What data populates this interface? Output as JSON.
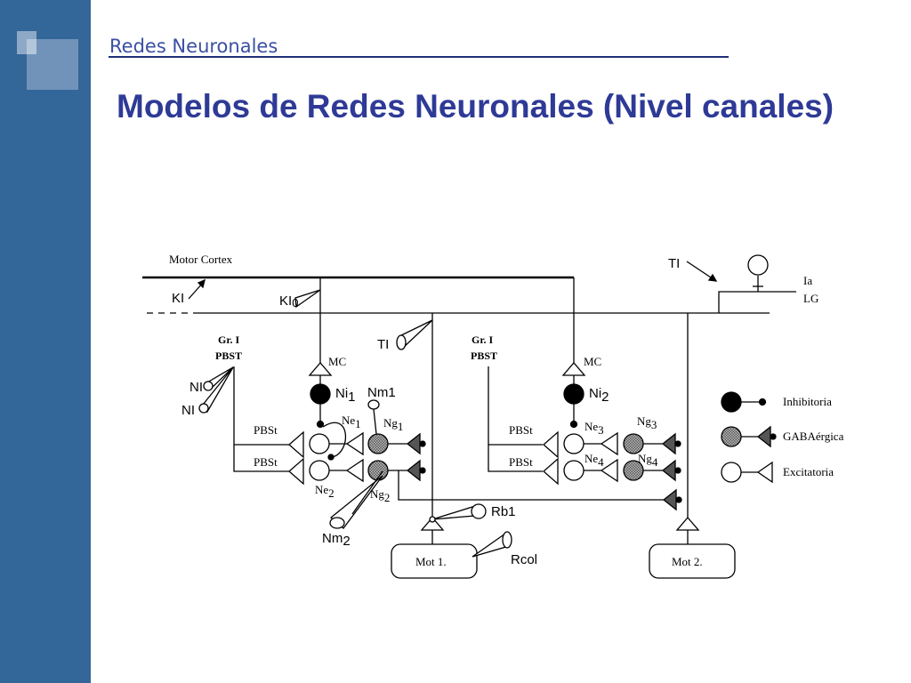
{
  "slide": {
    "section_title": "Redes Neuronales",
    "title": "Modelos de Redes Neuronales (Nivel canales)"
  },
  "diagram": {
    "labels": {
      "motor_cortex": "Motor Cortex",
      "ki": "KI",
      "ki0": "KI",
      "ki0_sub": "0",
      "ti_left": "TI",
      "ti_right": "TI",
      "ia": "Ia",
      "lg": "LG",
      "gr1_left": "Gr. I",
      "pbst_left": "PBST",
      "gr1_right": "Gr. I",
      "pbst_right": "PBST",
      "mc_left": "MC",
      "mc_right": "MC",
      "ni_top": "NI",
      "ni_bottom": "NI",
      "pbst_box1": "PBSt",
      "pbst_box2": "PBSt",
      "pbst_box3": "PBSt",
      "pbst_box4": "PBSt",
      "ni1": "Ni",
      "ni1_sub": "1",
      "ni2": "Ni",
      "ni2_sub": "2",
      "nm1": "Nm1",
      "nm2": "Nm",
      "nm2_sub": "2",
      "ne1": "Ne",
      "ne1_sub": "1",
      "ne2": "Ne",
      "ne2_sub": "2",
      "ne3": "Ne",
      "ne3_sub": "3",
      "ne4": "Ne",
      "ne4_sub": "4",
      "ng1": "Ng",
      "ng1_sub": "1",
      "ng2": "Ng",
      "ng2_sub": "2",
      "ng3": "Ng",
      "ng3_sub": "3",
      "ng4": "Ng",
      "ng4_sub": "4",
      "rb1": "Rb1",
      "rcol": "Rcol",
      "mot1": "Mot 1.",
      "mot2": "Mot 2."
    },
    "legend": {
      "inhibitory": "Inhibitoria",
      "gabaergic": "GABAérgica",
      "excitatory": "Excitatoria"
    }
  },
  "colors": {
    "sidebar": "#336699",
    "title": "#2e3a96",
    "section": "#3b4fa3",
    "gaba_fill": "#999999"
  }
}
